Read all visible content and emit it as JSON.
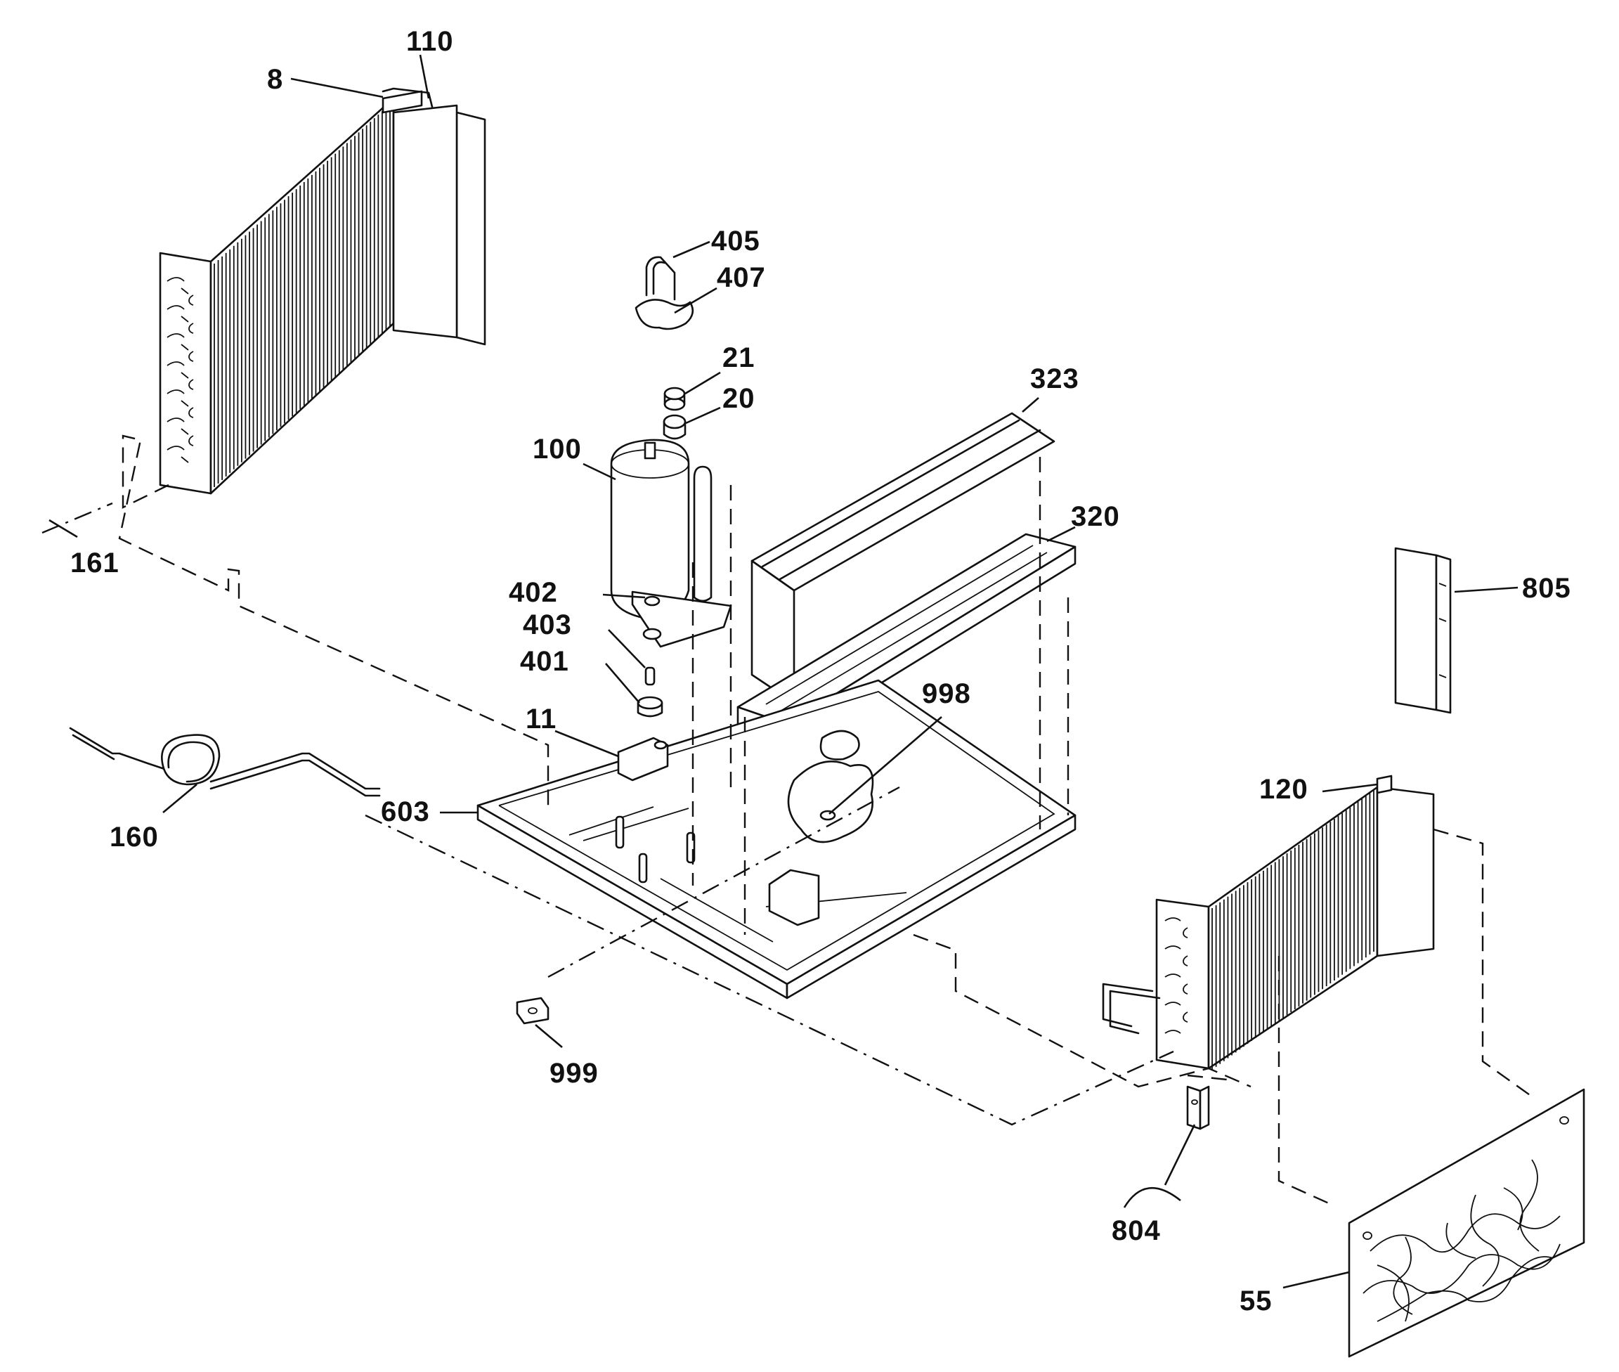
{
  "callouts": [
    {
      "id": "8",
      "text": "8"
    },
    {
      "id": "110",
      "text": "110"
    },
    {
      "id": "405",
      "text": "405"
    },
    {
      "id": "407",
      "text": "407"
    },
    {
      "id": "21",
      "text": "21"
    },
    {
      "id": "20",
      "text": "20"
    },
    {
      "id": "323",
      "text": "323"
    },
    {
      "id": "100",
      "text": "100"
    },
    {
      "id": "320",
      "text": "320"
    },
    {
      "id": "161",
      "text": "161"
    },
    {
      "id": "402",
      "text": "402"
    },
    {
      "id": "403",
      "text": "403"
    },
    {
      "id": "805",
      "text": "805"
    },
    {
      "id": "401",
      "text": "401"
    },
    {
      "id": "998",
      "text": "998"
    },
    {
      "id": "11",
      "text": "11"
    },
    {
      "id": "603",
      "text": "603"
    },
    {
      "id": "120",
      "text": "120"
    },
    {
      "id": "160",
      "text": "160"
    },
    {
      "id": "999",
      "text": "999"
    },
    {
      "id": "804",
      "text": "804"
    },
    {
      "id": "55",
      "text": "55"
    }
  ]
}
